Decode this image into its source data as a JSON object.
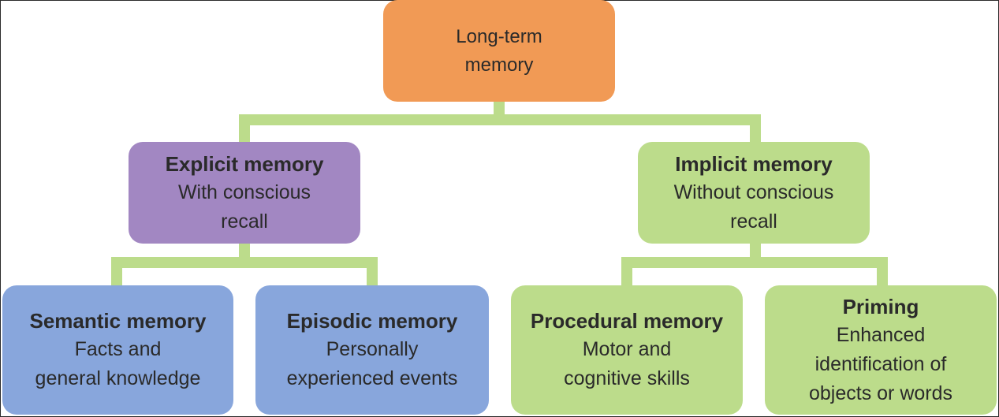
{
  "colors": {
    "root": "#f19a55",
    "explicit": "#a287c2",
    "semantic_episodic": "#88a6dc",
    "implicit_branch": "#bcdc8b",
    "connector": "#bcdc8b"
  },
  "root": {
    "title": "",
    "desc": "Long-term\nmemory"
  },
  "explicit": {
    "title": "Explicit memory",
    "desc": "With conscious\nrecall"
  },
  "implicit": {
    "title": "Implicit memory",
    "desc": "Without conscious\nrecall"
  },
  "semantic": {
    "title": "Semantic memory",
    "desc": "Facts and\ngeneral knowledge"
  },
  "episodic": {
    "title": "Episodic memory",
    "desc": "Personally\nexperienced events"
  },
  "procedural": {
    "title": "Procedural memory",
    "desc": "Motor and\ncognitive skills"
  },
  "priming": {
    "title": "Priming",
    "desc": "Enhanced\nidentification of\nobjects or words"
  }
}
